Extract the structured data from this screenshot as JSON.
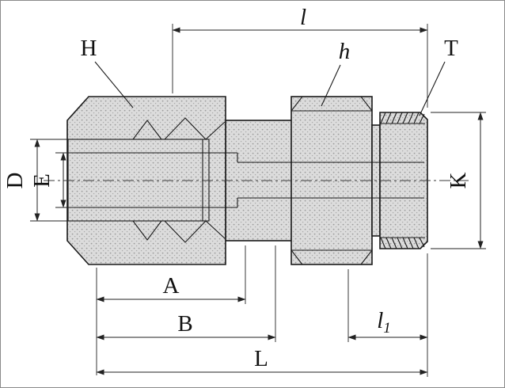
{
  "drawing": {
    "kind": "technical dimension drawing",
    "part": "compression tube fitting male connector, cross-section view",
    "labels": {
      "l": "l",
      "H": "H",
      "h": "h",
      "T": "T",
      "D": "D",
      "E": "E",
      "K": "K",
      "A": "A",
      "B": "B",
      "l1_base": "l",
      "l1_sub": "1",
      "L": "L"
    },
    "colors": {
      "outline": "#1a1a1a",
      "metal_fill": "#dcdcdc",
      "stipple_dot": "#9a9a9a",
      "dimension_line": "#222222",
      "background": "#ffffff"
    }
  }
}
